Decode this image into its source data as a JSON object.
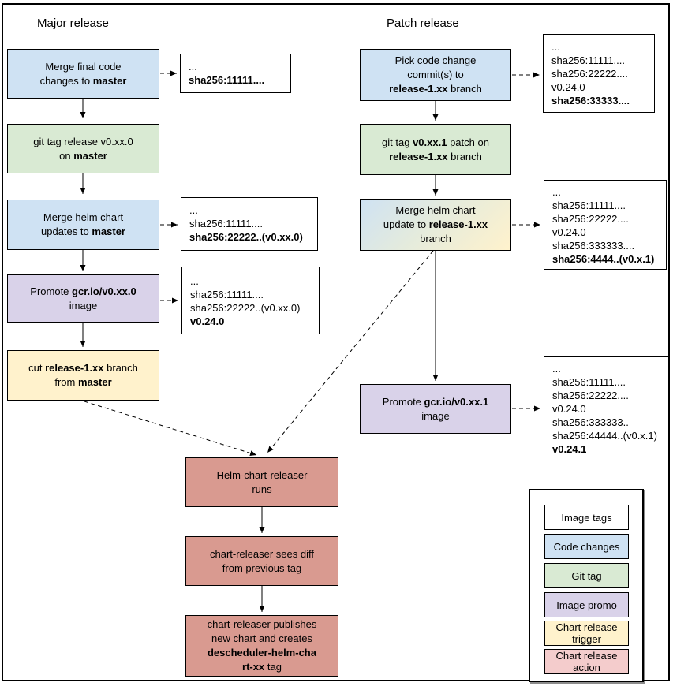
{
  "titles": {
    "major": "Major release",
    "patch": "Patch release"
  },
  "colors": {
    "image_tags": "#ffffff",
    "code_changes": "#cfe2f3",
    "git_tag": "#d9ead3",
    "image_promo": "#d9d2e9",
    "chart_release_trigger": "#fff2cc",
    "chart_release_action_flow": "#d99a90",
    "chart_release_action_legend": "#f4cccc",
    "border": "#000000"
  },
  "flows": {
    "major": {
      "step1": {
        "segments": [
          {
            "t": "Merge final code\nchanges to ",
            "b": false
          },
          {
            "t": "master",
            "b": true
          }
        ]
      },
      "step2": {
        "segments": [
          {
            "t": "git tag release v0.xx.0\non ",
            "b": false
          },
          {
            "t": "master",
            "b": true
          }
        ]
      },
      "step3": {
        "segments": [
          {
            "t": "Merge helm chart\nupdates to ",
            "b": false
          },
          {
            "t": "master",
            "b": true
          }
        ]
      },
      "step4": {
        "segments": [
          {
            "t": "Promote ",
            "b": false
          },
          {
            "t": "gcr.io/v0.xx.0",
            "b": true
          },
          {
            "t": "\nimage",
            "b": false
          }
        ]
      },
      "step5": {
        "segments": [
          {
            "t": "cut ",
            "b": false
          },
          {
            "t": "release-1.xx",
            "b": true
          },
          {
            "t": " branch\nfrom ",
            "b": false
          },
          {
            "t": "master",
            "b": true
          }
        ]
      }
    },
    "patch": {
      "step1": {
        "segments": [
          {
            "t": "Pick code change\ncommit(s) to\n",
            "b": false
          },
          {
            "t": "release-1.xx",
            "b": true
          },
          {
            "t": " branch",
            "b": false
          }
        ]
      },
      "step2": {
        "segments": [
          {
            "t": "git tag ",
            "b": false
          },
          {
            "t": "v0.xx.1",
            "b": true
          },
          {
            "t": " patch on\n",
            "b": false
          },
          {
            "t": "release-1.xx",
            "b": true
          },
          {
            "t": " branch",
            "b": false
          }
        ]
      },
      "step3": {
        "segments": [
          {
            "t": "Merge helm chart\nupdate to ",
            "b": false
          },
          {
            "t": "release-1.xx",
            "b": true
          },
          {
            "t": "\nbranch",
            "b": false
          }
        ]
      },
      "step4": {
        "segments": [
          {
            "t": "Promote ",
            "b": false
          },
          {
            "t": "gcr.io/v0.xx.1",
            "b": true
          },
          {
            "t": "\nimage",
            "b": false
          }
        ]
      }
    },
    "releaser": {
      "step1": {
        "segments": [
          {
            "t": "Helm-chart-releaser\nruns",
            "b": false
          }
        ]
      },
      "step2": {
        "segments": [
          {
            "t": "chart-releaser sees diff\nfrom previous tag",
            "b": false
          }
        ]
      },
      "step3": {
        "segments": [
          {
            "t": "chart-releaser publishes\nnew chart and creates\n",
            "b": false
          },
          {
            "t": "descheduler-helm-cha\nrt-xx",
            "b": true
          },
          {
            "t": " tag",
            "b": false
          }
        ]
      }
    }
  },
  "sha_boxes": {
    "major1": {
      "lines": [
        {
          "t": "...",
          "b": false
        },
        {
          "t": "sha256:11111....",
          "b": true
        }
      ]
    },
    "major2": {
      "lines": [
        {
          "t": "...",
          "b": false
        },
        {
          "t": "sha256:11111....",
          "b": false
        },
        {
          "t": "sha256:22222..(v0.xx.0)",
          "b": true
        }
      ]
    },
    "major3": {
      "lines": [
        {
          "t": "...",
          "b": false
        },
        {
          "t": "sha256:11111....",
          "b": false
        },
        {
          "t": "sha256:22222..(v0.xx.0)",
          "b": false
        },
        {
          "t": "v0.24.0",
          "b": true
        }
      ]
    },
    "patch1": {
      "lines": [
        {
          "t": "...",
          "b": false
        },
        {
          "t": "sha256:11111....",
          "b": false
        },
        {
          "t": "sha256:22222....",
          "b": false
        },
        {
          "t": "v0.24.0",
          "b": false
        },
        {
          "t": "sha256:33333....",
          "b": true
        }
      ]
    },
    "patch2": {
      "lines": [
        {
          "t": "...",
          "b": false
        },
        {
          "t": "sha256:11111....",
          "b": false
        },
        {
          "t": "sha256:22222....",
          "b": false
        },
        {
          "t": "v0.24.0",
          "b": false
        },
        {
          "t": "sha256:333333....",
          "b": false
        },
        {
          "t": "sha256:4444..(v0.x.1)",
          "b": true
        }
      ]
    },
    "patch3": {
      "lines": [
        {
          "t": "...",
          "b": false
        },
        {
          "t": "sha256:11111....",
          "b": false
        },
        {
          "t": "sha256:22222....",
          "b": false
        },
        {
          "t": "v0.24.0",
          "b": false
        },
        {
          "t": "sha256:333333..",
          "b": false
        },
        {
          "t": "sha256:44444..(v0.x.1)",
          "b": false
        },
        {
          "t": "v0.24.1",
          "b": true
        }
      ]
    }
  },
  "legend": {
    "items": [
      {
        "label": "Image tags"
      },
      {
        "label": "Code changes"
      },
      {
        "label": "Git tag"
      },
      {
        "label": "Image promo"
      },
      {
        "label": "Chart release\ntrigger"
      },
      {
        "label": "Chart release\naction"
      }
    ]
  }
}
